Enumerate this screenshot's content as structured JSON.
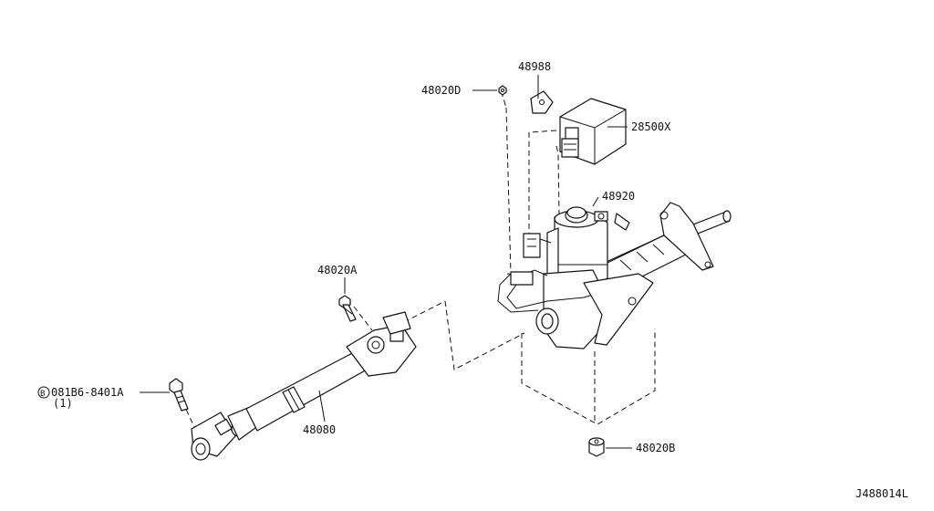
{
  "diagram": {
    "callouts": {
      "p48988": "48988",
      "p48020D": "48020D",
      "p28500X": "28500X",
      "p48920": "48920",
      "p48020A": "48020A",
      "p081B6": "081B6-8401A",
      "p081B6_qty": "(1)",
      "p081B6_prefix": "B",
      "p48080": "48080",
      "p48020B": "48020B"
    },
    "drawing_number": "J488014L"
  }
}
